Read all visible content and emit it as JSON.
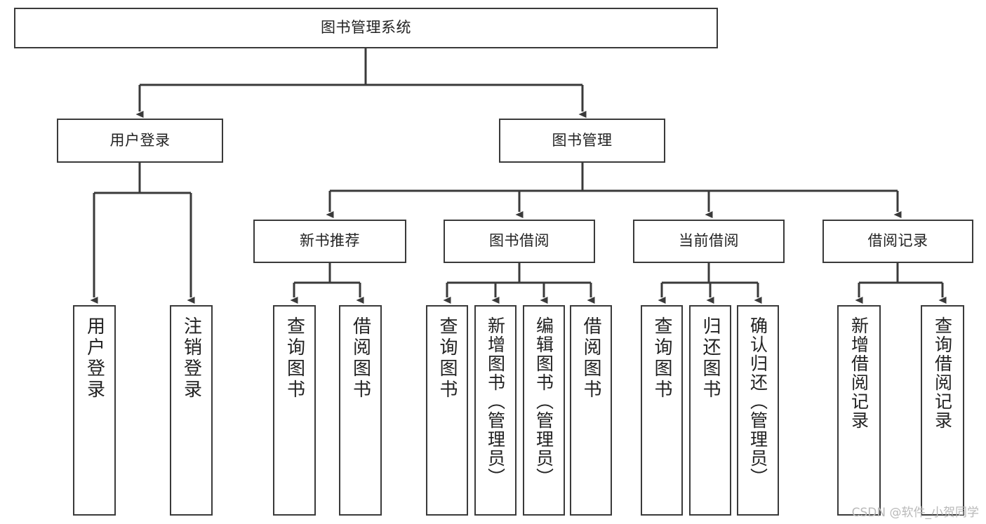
{
  "diagram": {
    "type": "tree-hierarchy",
    "title": "图书管理系统",
    "watermark": "CSDN @软件_小贺同学",
    "colors": {
      "border": "#3a3a3a",
      "text": "#222222",
      "background": "#ffffff",
      "watermark": "#b9b9b9"
    },
    "levels": {
      "root": {
        "label": "图书管理系统"
      },
      "level2": [
        {
          "id": "user-login",
          "label": "用户登录"
        },
        {
          "id": "book-management",
          "label": "图书管理"
        }
      ],
      "level3": [
        {
          "id": "new-book-recommend",
          "label": "新书推荐"
        },
        {
          "id": "book-borrow",
          "label": "图书借阅"
        },
        {
          "id": "current-borrow",
          "label": "当前借阅"
        },
        {
          "id": "borrow-record",
          "label": "借阅记录"
        }
      ],
      "leaves": {
        "user_login": [
          {
            "id": "leaf-user-login",
            "label": "用户登录"
          },
          {
            "id": "leaf-logout-login",
            "label": "注销登录"
          }
        ],
        "new_book_recommend": [
          {
            "id": "leaf-query-book-1",
            "label": "查询图书"
          },
          {
            "id": "leaf-borrow-book-1",
            "label": "借阅图书"
          }
        ],
        "book_borrow": [
          {
            "id": "leaf-query-book-2",
            "label": "查询图书"
          },
          {
            "id": "leaf-add-book",
            "label": "新增图书（管理员）"
          },
          {
            "id": "leaf-edit-book",
            "label": "编辑图书（管理员）"
          },
          {
            "id": "leaf-borrow-book-2",
            "label": "借阅图书"
          }
        ],
        "current_borrow": [
          {
            "id": "leaf-query-book-3",
            "label": "查询图书"
          },
          {
            "id": "leaf-return-book",
            "label": "归还图书"
          },
          {
            "id": "leaf-confirm-return",
            "label": "确认归还（管理员）"
          }
        ],
        "borrow_record": [
          {
            "id": "leaf-add-record",
            "label": "新增借阅记录"
          },
          {
            "id": "leaf-query-record",
            "label": "查询借阅记录"
          }
        ]
      }
    }
  }
}
